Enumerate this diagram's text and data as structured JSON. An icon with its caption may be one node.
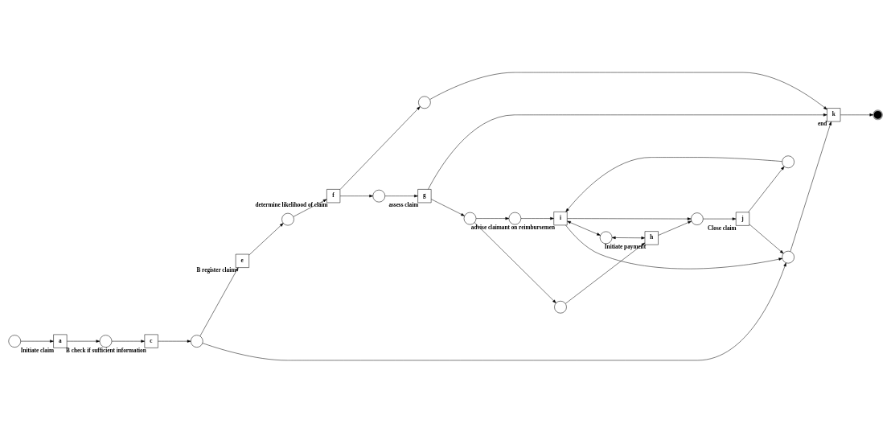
{
  "diagram": {
    "nodes": [
      {
        "text": [],
        "shape": "circle"
      },
      {
        "text": [
          "a"
        ],
        "beside": [
          "Initiate claim"
        ]
      },
      {
        "text": [],
        "shape": "circle"
      },
      {
        "text": [
          "c"
        ],
        "beside": [
          "B check if sufficient information"
        ]
      },
      {
        "text": [],
        "shape": "circle"
      },
      {
        "text": [
          "e"
        ],
        "beside": [
          "B register claim"
        ]
      },
      {
        "text": [],
        "shape": "circle"
      },
      {
        "text": [
          "f"
        ],
        "beside": [
          "determine likelihood of claim"
        ]
      },
      {
        "text": [],
        "shape": "circle"
      },
      {
        "text": [],
        "shape": "circle"
      },
      {
        "text": [
          "k"
        ],
        "beside": [
          "end"
        ]
      },
      {
        "text": [],
        "shape": "circle"
      },
      {
        "text": [
          "g"
        ],
        "beside": [
          "assess claim"
        ]
      },
      {
        "text": [],
        "shape": "circle"
      },
      {
        "text": [],
        "shape": "circle"
      },
      {
        "text": [],
        "shape": "circle"
      },
      {
        "text": [],
        "shape": "circle"
      },
      {
        "text": [
          "i"
        ],
        "beside": [
          "advise claimant on reimbursemen"
        ]
      },
      {
        "text": [],
        "shape": "circle"
      },
      {
        "text": [
          "h"
        ],
        "beside": [
          "Initiate payment"
        ]
      },
      {
        "text": [],
        "shape": "circle"
      },
      {
        "text": [],
        "shape": "circle"
      },
      {
        "text": [
          "j"
        ],
        "beside": [
          "Close claim"
        ]
      }
    ],
    "edges": [
      {
        "from": 0,
        "to": 1,
        "arrow": "to"
      },
      {
        "from": 1,
        "to": 2,
        "arrow": "to"
      },
      {
        "from": 2,
        "to": 3,
        "arrow": "to"
      },
      {
        "from": 3,
        "to": 4,
        "arrow": "to"
      },
      {
        "from": 4,
        "to": 5,
        "arrow": "to"
      },
      {
        "from": 5,
        "to": 6,
        "arrow": "to"
      },
      {
        "from": 6,
        "to": 7,
        "arrow": "to"
      },
      {
        "from": 7,
        "to": 8,
        "arrow": "to"
      },
      {
        "from": 7,
        "to": 9,
        "arrow": "to"
      },
      {
        "from": 8,
        "to": 10,
        "arrow": "to"
      },
      {
        "from": 9,
        "to": 12,
        "arrow": "to"
      },
      {
        "from": 12,
        "to": 10,
        "arrow": "to"
      },
      {
        "from": 10,
        "to": 11,
        "arrow": "to"
      },
      {
        "from": 12,
        "to": 13,
        "arrow": "to"
      },
      {
        "from": 13,
        "to": 15,
        "arrow": "to"
      },
      {
        "from": 13,
        "to": 16,
        "arrow": "to"
      },
      {
        "from": 15,
        "to": 17,
        "arrow": "to"
      },
      {
        "from": 16,
        "to": 19,
        "arrow": "to"
      },
      {
        "from": 4,
        "to": 14,
        "arrow": "to"
      },
      {
        "from": 17,
        "to": 14,
        "arrow": "to"
      },
      {
        "from": 14,
        "to": 10,
        "arrow": "to"
      },
      {
        "from": 17,
        "to": 18,
        "arrow": "both"
      },
      {
        "from": 18,
        "to": 19,
        "arrow": "both"
      },
      {
        "from": 17,
        "to": 20,
        "arrow": "to"
      },
      {
        "from": 19,
        "to": 20,
        "arrow": "to"
      },
      {
        "from": 20,
        "to": 22,
        "arrow": "to"
      },
      {
        "from": 22,
        "to": 21,
        "arrow": "to"
      },
      {
        "from": 21,
        "to": 17,
        "arrow": "to"
      },
      {
        "from": 22,
        "to": 14,
        "arrow": "to"
      }
    ]
  }
}
